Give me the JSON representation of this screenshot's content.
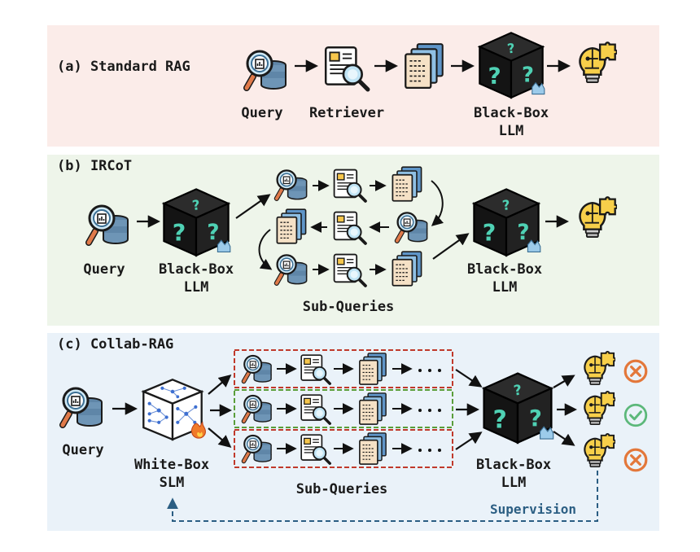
{
  "panels": {
    "a": {
      "title": "(a) Standard RAG",
      "query": "Query",
      "retriever": "Retriever",
      "llm_line1": "Black-Box",
      "llm_line2": "LLM"
    },
    "b": {
      "title": "(b) IRCoT",
      "query": "Query",
      "llm1_line1": "Black-Box",
      "llm1_line2": "LLM",
      "llm2_line1": "Black-Box",
      "llm2_line2": "LLM",
      "subqueries": "Sub-Queries"
    },
    "c": {
      "title": "(c) Collab-RAG",
      "query": "Query",
      "slm_line1": "White-Box",
      "slm_line2": "SLM",
      "subqueries": "Sub-Queries",
      "llm_line1": "Black-Box",
      "llm_line2": "LLM",
      "supervision": "Supervision"
    }
  },
  "colors": {
    "panel_a_bg": "#fbece9",
    "panel_b_bg": "#eef5ea",
    "panel_c_bg": "#eaf2f9",
    "wrong": "#e3773a",
    "correct": "#5cb87a",
    "red_box": "#c0392b",
    "green_box": "#5a9e3a",
    "supervision": "#2b5e83",
    "bulb": "#f7cf4a",
    "cube": "#111111",
    "question": "#4fd1b4"
  },
  "icons": [
    "search-database-icon",
    "document-search-icon",
    "documents-stack-icon",
    "black-box-cube-icon",
    "lightbulb-puzzle-icon",
    "neural-cube-icon",
    "wrong-mark-icon",
    "check-mark-icon"
  ]
}
